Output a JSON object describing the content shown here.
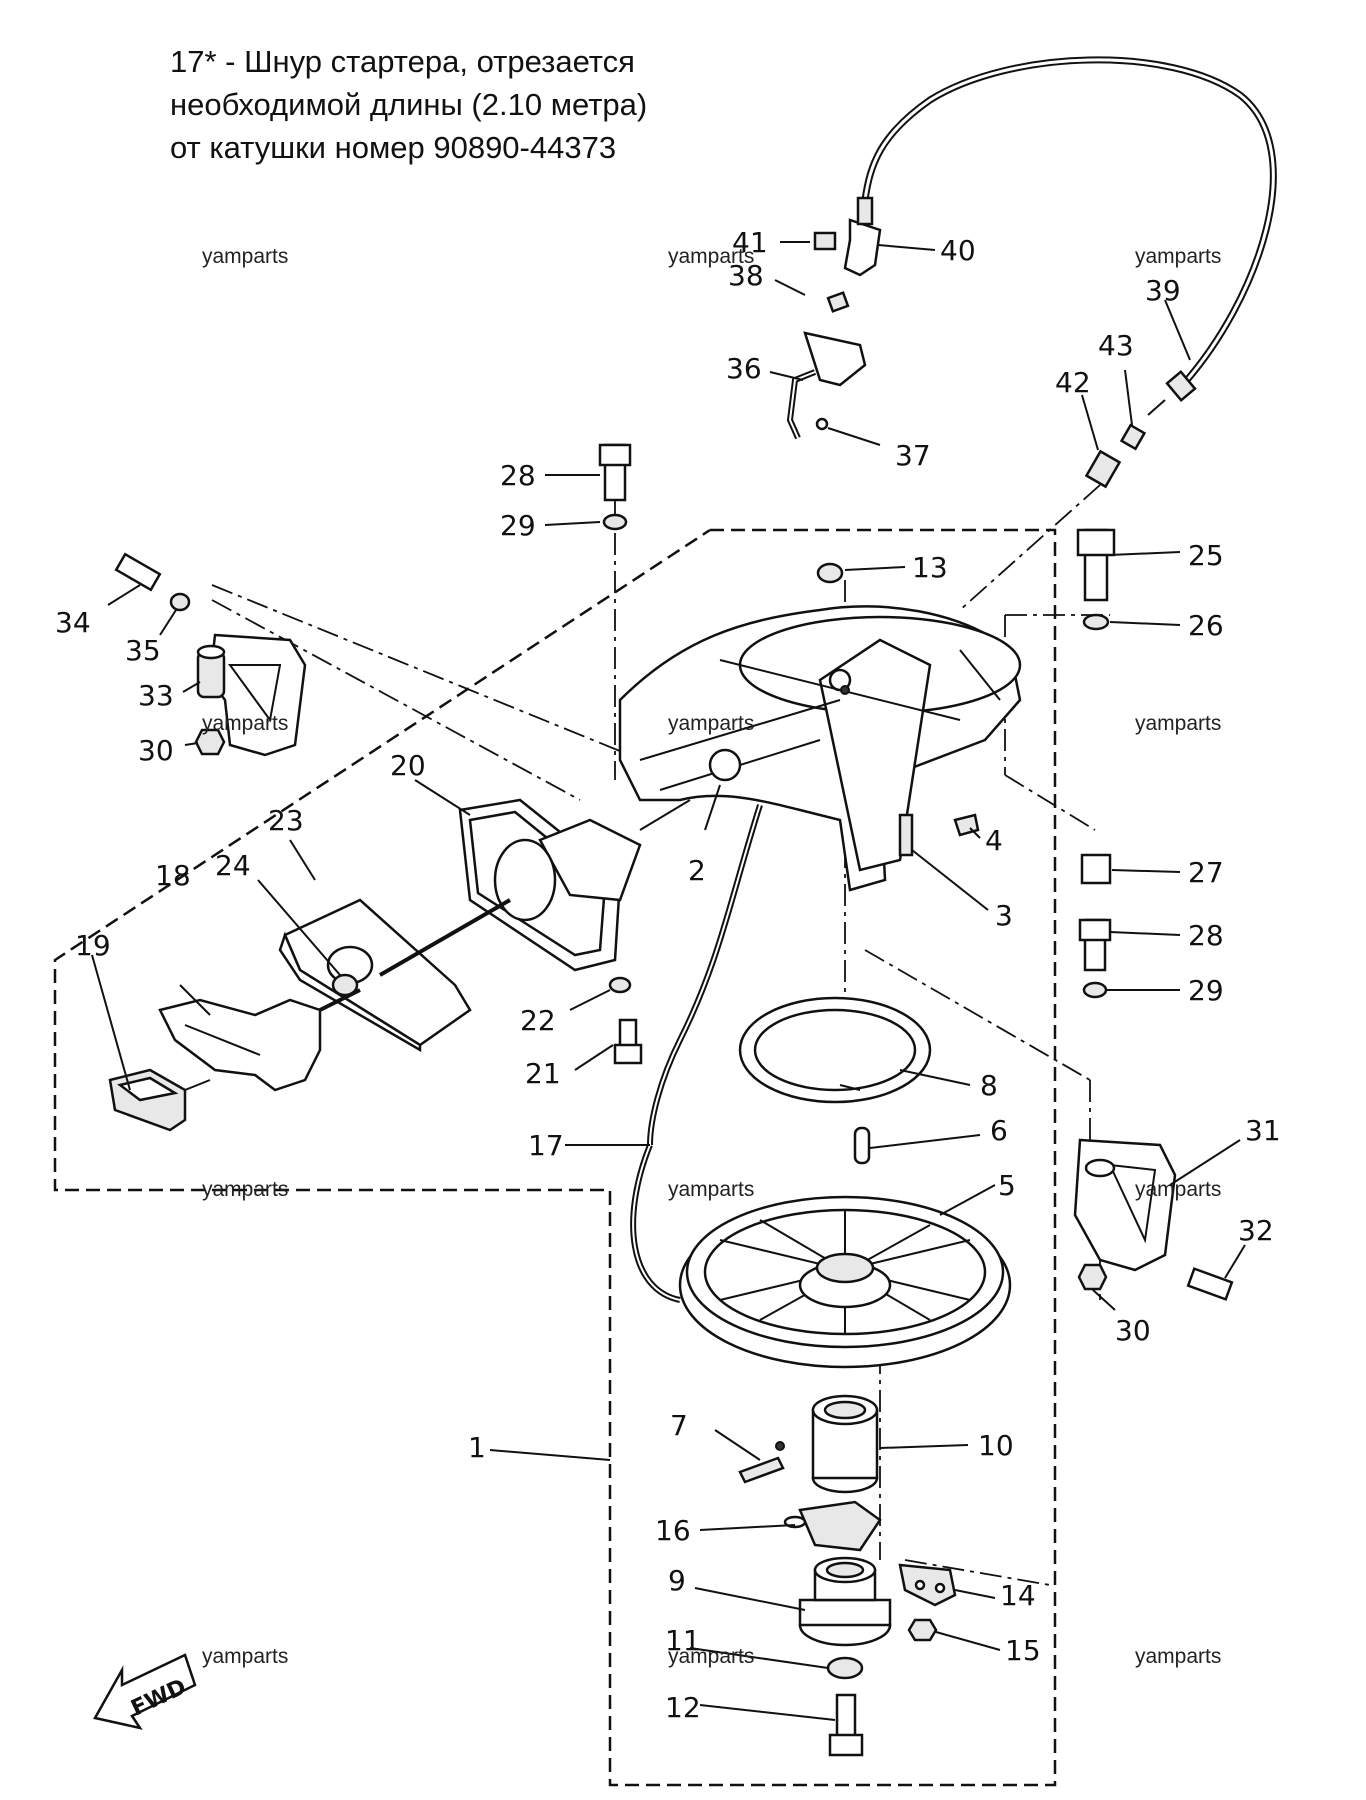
{
  "note": {
    "line1": "17* - Шнур стартера, отрезается",
    "line2": "необходимой длины (2.10 метра)",
    "line3": "от катушки номер 90890-44373"
  },
  "watermark": "yamparts",
  "fwd_label": "FWD",
  "part_numbers": [
    "1",
    "2",
    "3",
    "4",
    "5",
    "6",
    "7",
    "8",
    "9",
    "10",
    "11",
    "12",
    "13",
    "14",
    "15",
    "16",
    "17",
    "18",
    "19",
    "20",
    "21",
    "22",
    "23",
    "24",
    "25",
    "26",
    "27",
    "28",
    "28",
    "29",
    "29",
    "30",
    "30",
    "31",
    "32",
    "33",
    "34",
    "35",
    "36",
    "37",
    "38",
    "39",
    "40",
    "41",
    "42",
    "43"
  ]
}
